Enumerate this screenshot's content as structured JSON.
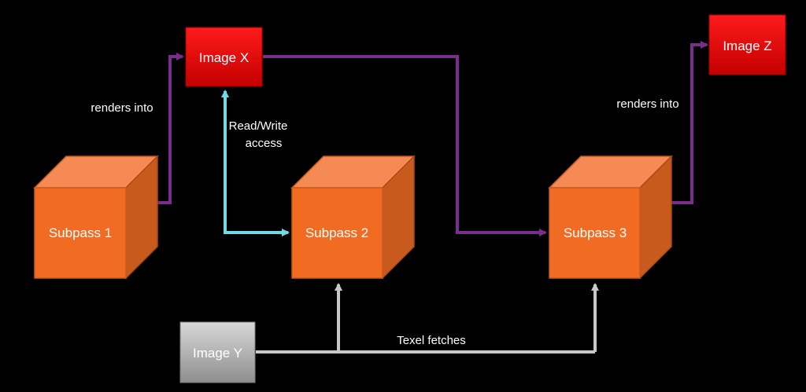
{
  "nodes": {
    "subpass1": "Subpass 1",
    "subpass2": "Subpass 2",
    "subpass3": "Subpass 3",
    "imageX": "Image X",
    "imageY": "Image Y",
    "imageZ": "Image Z"
  },
  "edges": {
    "renders_into_1": "renders into",
    "renders_into_3": "renders into",
    "read_write_line1": "Read/Write",
    "read_write_line2": "access",
    "texel_fetches": "Texel fetches"
  },
  "colors": {
    "background": "#000000",
    "cube_front": "#f26b23",
    "cube_top": "#f58a55",
    "cube_side": "#c85a1e",
    "image_red": "#e8000b",
    "image_gray": "#b0b0b0",
    "arrow_purple": "#7b2d8b",
    "arrow_cyan": "#6fd9e6",
    "arrow_gray": "#c8c8c8"
  }
}
